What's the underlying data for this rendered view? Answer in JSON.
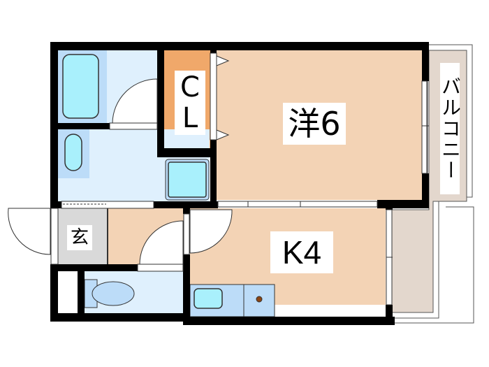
{
  "floorplan": {
    "rooms": {
      "western_room": {
        "label": "洋6",
        "type": "Western-style room",
        "size_jo": 6
      },
      "kitchen": {
        "label": "K4",
        "type": "Kitchen",
        "size_jo": 4
      },
      "closet": {
        "label_line1": "C",
        "label_line2": "L",
        "type": "Closet"
      },
      "entrance": {
        "label": "玄",
        "type": "Entrance"
      },
      "balcony": {
        "label": "バルコニー",
        "type": "Balcony"
      },
      "bathroom": {
        "type": "Bath"
      },
      "washroom": {
        "type": "Washroom"
      },
      "toilet": {
        "type": "Toilet"
      }
    },
    "colors": {
      "wall": "#000000",
      "room_floor": "#f3d3b5",
      "closet_floor": "#f0a86a",
      "wet_area_floor": "#dff0fd",
      "fixture_blue": "#bcdcf8",
      "fixture_cyan": "#a9f0fc",
      "entrance_floor": "#d9d9d9",
      "balcony_floor": "#e3d7cd"
    }
  }
}
